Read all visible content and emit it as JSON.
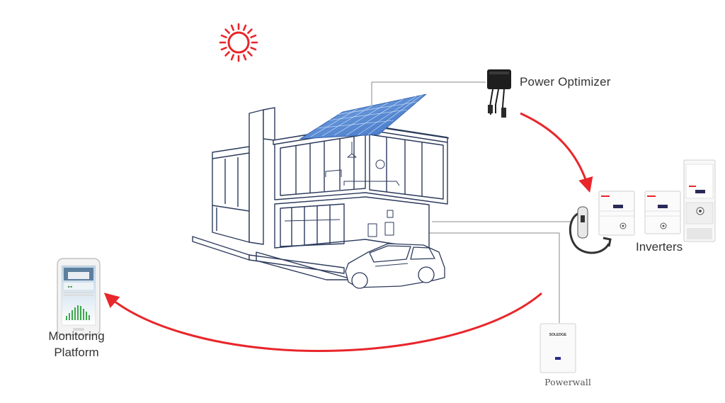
{
  "labels": {
    "power_optimizer": "Power Optimizer",
    "inverters": "Inverters",
    "monitoring_line1": "Monitoring",
    "monitoring_line2": "Platform",
    "powerwall": "Powerwall"
  },
  "device_text": {
    "powerwall_brand": "SOLEDGE"
  },
  "icons": [
    "sun-icon",
    "house-illustration",
    "solar-panels",
    "power-optimizer-device",
    "ev-charger-device",
    "inverter-device",
    "powerwall-device",
    "smartphone-device",
    "car-illustration"
  ],
  "colors": {
    "accent": "#e8262b",
    "line": "#2c3a5c",
    "panel": "#5a8fd6",
    "connector": "#8a8a8a"
  }
}
